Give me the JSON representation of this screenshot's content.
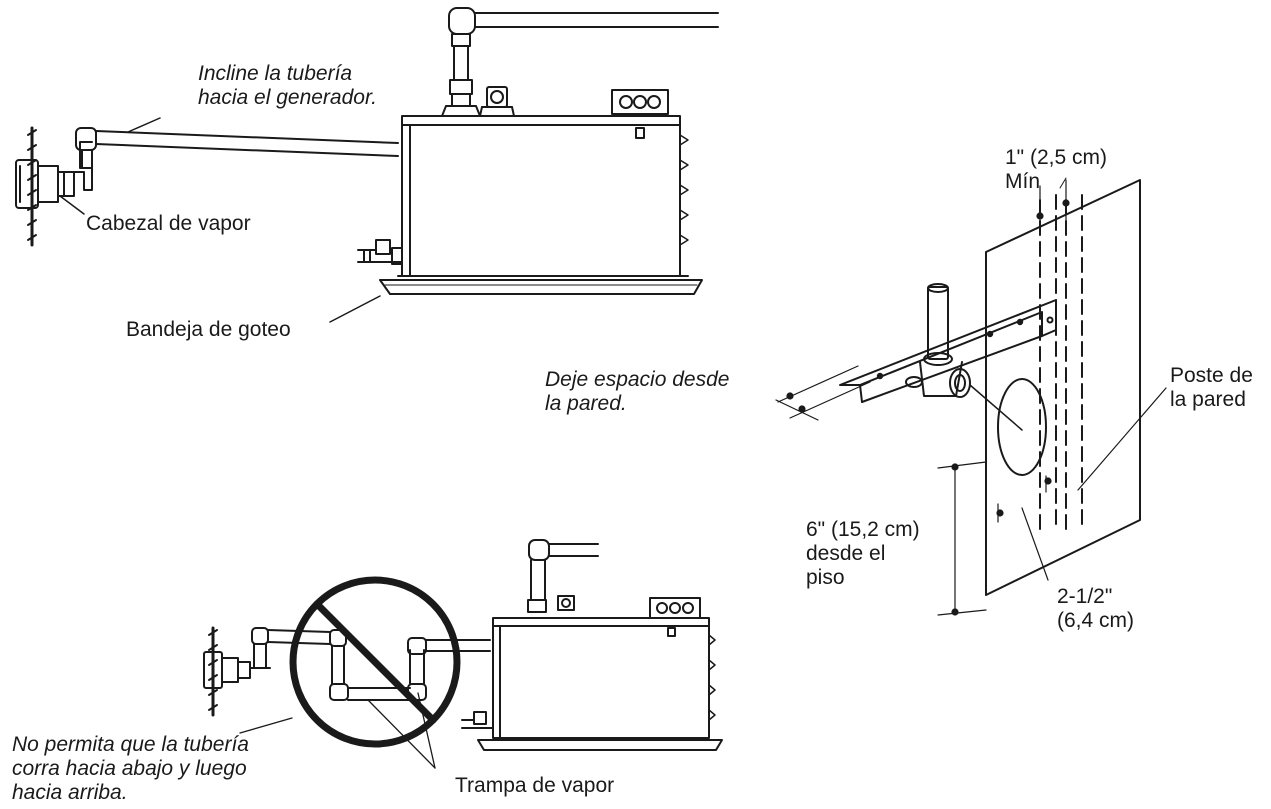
{
  "colors": {
    "line": "#1a1a1a",
    "background": "#ffffff"
  },
  "labels": {
    "incline_line1": "Incline la tubería",
    "incline_line2": "hacia el generador.",
    "cabezal": "Cabezal de vapor",
    "bandeja": "Bandeja de goteo",
    "min_line1": "1\" (2,5 cm)",
    "min_line2": "Mín",
    "poste_line1": "Poste de",
    "poste_line2": "la pared",
    "deje_line1": "Deje espacio desde",
    "deje_line2": "la pared.",
    "desde_line1": "6\" (15,2 cm)",
    "desde_line2": "desde el",
    "desde_line3": "piso",
    "hole_line1": "2-1/2\"",
    "hole_line2": "(6,4 cm)",
    "nopermita_line1": "No permita que la tubería",
    "nopermita_line2": "corra hacia abajo y luego",
    "nopermita_line3": "hacia arriba.",
    "trampa": "Trampa de vapor"
  }
}
